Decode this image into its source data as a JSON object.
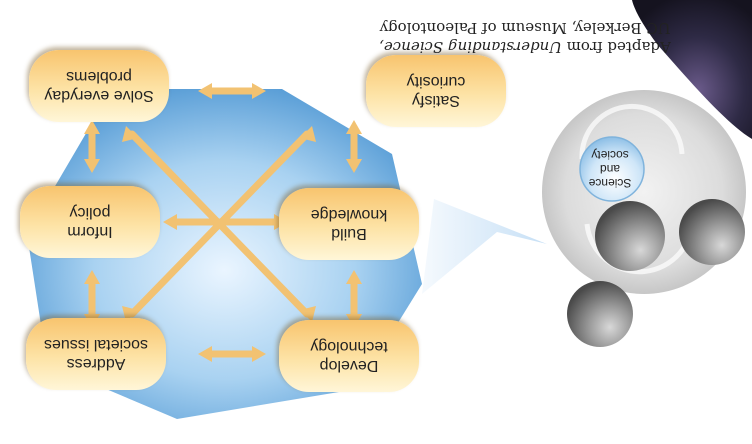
{
  "caption": {
    "line1_prefix": "Adapted from ",
    "line1_italic": "Understanding Science,",
    "line2": "UC Berkeley, Museum of Paleontology"
  },
  "nodes": [
    {
      "id": "satisfy-curiosity",
      "lines": [
        "Satisfy",
        "curiosity"
      ]
    },
    {
      "id": "solve-everyday-problems",
      "lines": [
        "Solve everyday",
        "problems"
      ]
    },
    {
      "id": "build-knowledge",
      "lines": [
        "Build",
        "knowledge"
      ]
    },
    {
      "id": "inform-policy",
      "lines": [
        "Inform",
        "policy"
      ]
    },
    {
      "id": "develop-technology",
      "lines": [
        "Develop",
        "technology"
      ]
    },
    {
      "id": "address-societal-issues",
      "lines": [
        "Address",
        "societal issues"
      ]
    }
  ],
  "inset": {
    "highlight_lines": [
      "Science",
      "and",
      "society"
    ]
  },
  "colors": {
    "hexagon": "#9cc8ec",
    "pill": "#fbd48a",
    "arrow": "#f6cf8a",
    "sphere": "#8a8a8a"
  }
}
